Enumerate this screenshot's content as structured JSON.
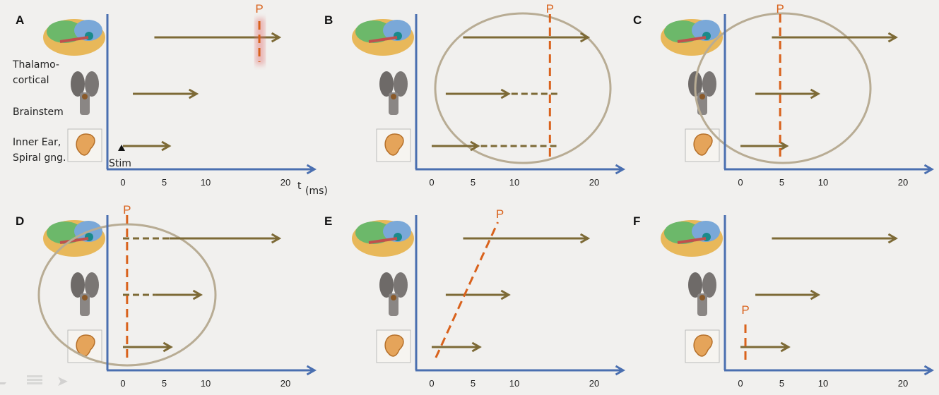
{
  "colors": {
    "axis": "#4a6fb0",
    "arrow": "#7d6a36",
    "p_line": "#d9621c",
    "circle": "#b8ac94"
  },
  "row_labels": {
    "cortex": "Thalamo-\ncortical",
    "brainstem": "Brainstem",
    "ear": "Inner Ear,\nSpiral gng."
  },
  "stim_label": "Stim",
  "axis_label": "t",
  "axis_unit": "(ms)",
  "p_label": "P",
  "ticks": [
    "0",
    "5",
    "10",
    "20"
  ],
  "tick_values": [
    0,
    5,
    10,
    20
  ],
  "panels": [
    {
      "letter": "A",
      "circle": false,
      "p": {
        "type": "vertical",
        "t": 16.5,
        "span": "top",
        "glow": true
      },
      "arrows": {
        "cortex": {
          "solid": [
            3.8,
            18.9
          ]
        },
        "brainstem": {
          "solid": [
            1.2,
            8.9
          ]
        },
        "ear": {
          "solid": [
            0,
            5.6
          ]
        }
      },
      "show_labels": true
    },
    {
      "letter": "B",
      "circle": true,
      "p": {
        "type": "vertical",
        "t": 14.3,
        "span": "full"
      },
      "arrows": {
        "cortex": {
          "solid": [
            3.8,
            18.9
          ]
        },
        "brainstem": {
          "solid": [
            1.7,
            9.3
          ],
          "dashed_to": 15.3
        },
        "ear": {
          "solid": [
            0,
            5.6
          ],
          "dashed_to": 15.3
        }
      }
    },
    {
      "letter": "C",
      "circle": true,
      "p": {
        "type": "vertical",
        "t": 4.8,
        "span": "full"
      },
      "arrows": {
        "cortex": {
          "solid": [
            3.8,
            18.8
          ]
        },
        "brainstem": {
          "solid": [
            1.8,
            9.4
          ]
        },
        "ear": {
          "solid": [
            0,
            5.6
          ]
        }
      }
    },
    {
      "letter": "D",
      "circle": true,
      "p": {
        "type": "vertical",
        "t": 0.5,
        "span": "full"
      },
      "arrows": {
        "cortex": {
          "dashed_from": 0,
          "solid": [
            5.6,
            18.9
          ]
        },
        "brainstem": {
          "dashed_from": 0,
          "solid": [
            3.9,
            9.4
          ]
        },
        "ear": {
          "solid": [
            0,
            5.8
          ]
        }
      }
    },
    {
      "letter": "E",
      "circle": false,
      "p": {
        "type": "slanted",
        "t_bottom": 0.5,
        "t_top": 8.0
      },
      "arrows": {
        "cortex": {
          "solid": [
            3.8,
            18.9
          ]
        },
        "brainstem": {
          "solid": [
            1.7,
            9.3
          ]
        },
        "ear": {
          "solid": [
            0,
            5.8
          ]
        }
      }
    },
    {
      "letter": "F",
      "circle": false,
      "p": {
        "type": "vertical",
        "t": 0.6,
        "span": "bottom"
      },
      "arrows": {
        "cortex": {
          "solid": [
            3.8,
            18.8
          ]
        },
        "brainstem": {
          "solid": [
            1.8,
            9.4
          ]
        },
        "ear": {
          "solid": [
            0,
            5.8
          ]
        }
      }
    }
  ]
}
